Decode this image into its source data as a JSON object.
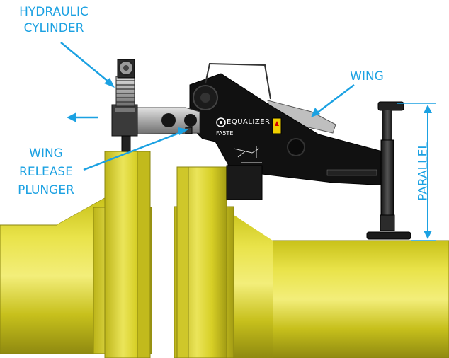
{
  "labels": {
    "hydraulic_cylinder_line1": "HYDRAULIC",
    "hydraulic_cylinder_line2": "CYLINDER",
    "wing": "WING",
    "wing_release_line1": "WING",
    "wing_release_line2": "RELEASE",
    "wing_release_line3": "PLUNGER",
    "parallel": "PARALLEL"
  },
  "tool_markings": {
    "brand": "EQUALIZER",
    "model": "FA5TE"
  },
  "colors": {
    "callout": "#1ba1e2",
    "pipe": "#d8d21e",
    "tool_body": "#111111",
    "steel": "#a9a9a9"
  }
}
